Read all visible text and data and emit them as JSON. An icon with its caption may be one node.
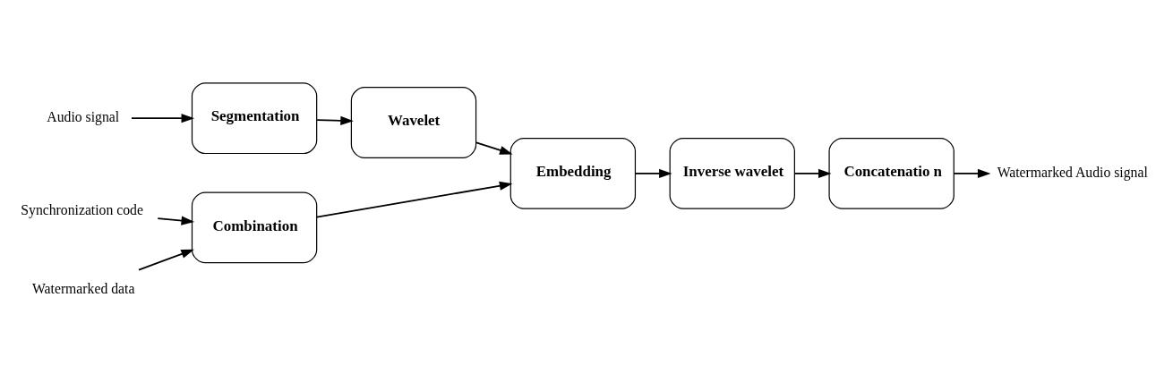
{
  "diagram": {
    "nodes": [
      {
        "text": [
          "Audio signal"
        ]
      },
      {
        "text": [
          "Segmentation"
        ]
      },
      {
        "text": [
          "Wavelet"
        ]
      },
      {
        "text": [
          "Embedding"
        ]
      },
      {
        "text": [
          "Inverse wavelet"
        ]
      },
      {
        "text": [
          "Concatenatio n"
        ]
      },
      {
        "text": [
          "Watermarked Audio signal"
        ]
      },
      {
        "text": [
          "Synchronization code"
        ]
      },
      {
        "text": [
          "Combination"
        ]
      },
      {
        "text": [
          "Watermarked data"
        ]
      }
    ],
    "edges": [
      {
        "from": 0,
        "to": 1,
        "arrow": "to"
      },
      {
        "from": 1,
        "to": 2,
        "arrow": "to"
      },
      {
        "from": 2,
        "to": 3,
        "arrow": "to"
      },
      {
        "from": 3,
        "to": 4,
        "arrow": "to"
      },
      {
        "from": 4,
        "to": 5,
        "arrow": "to"
      },
      {
        "from": 5,
        "to": 6,
        "arrow": "to"
      },
      {
        "from": 7,
        "to": 8,
        "arrow": "to"
      },
      {
        "from": 9,
        "to": 8,
        "arrow": "to"
      },
      {
        "from": 8,
        "to": 3,
        "arrow": "to"
      }
    ]
  }
}
